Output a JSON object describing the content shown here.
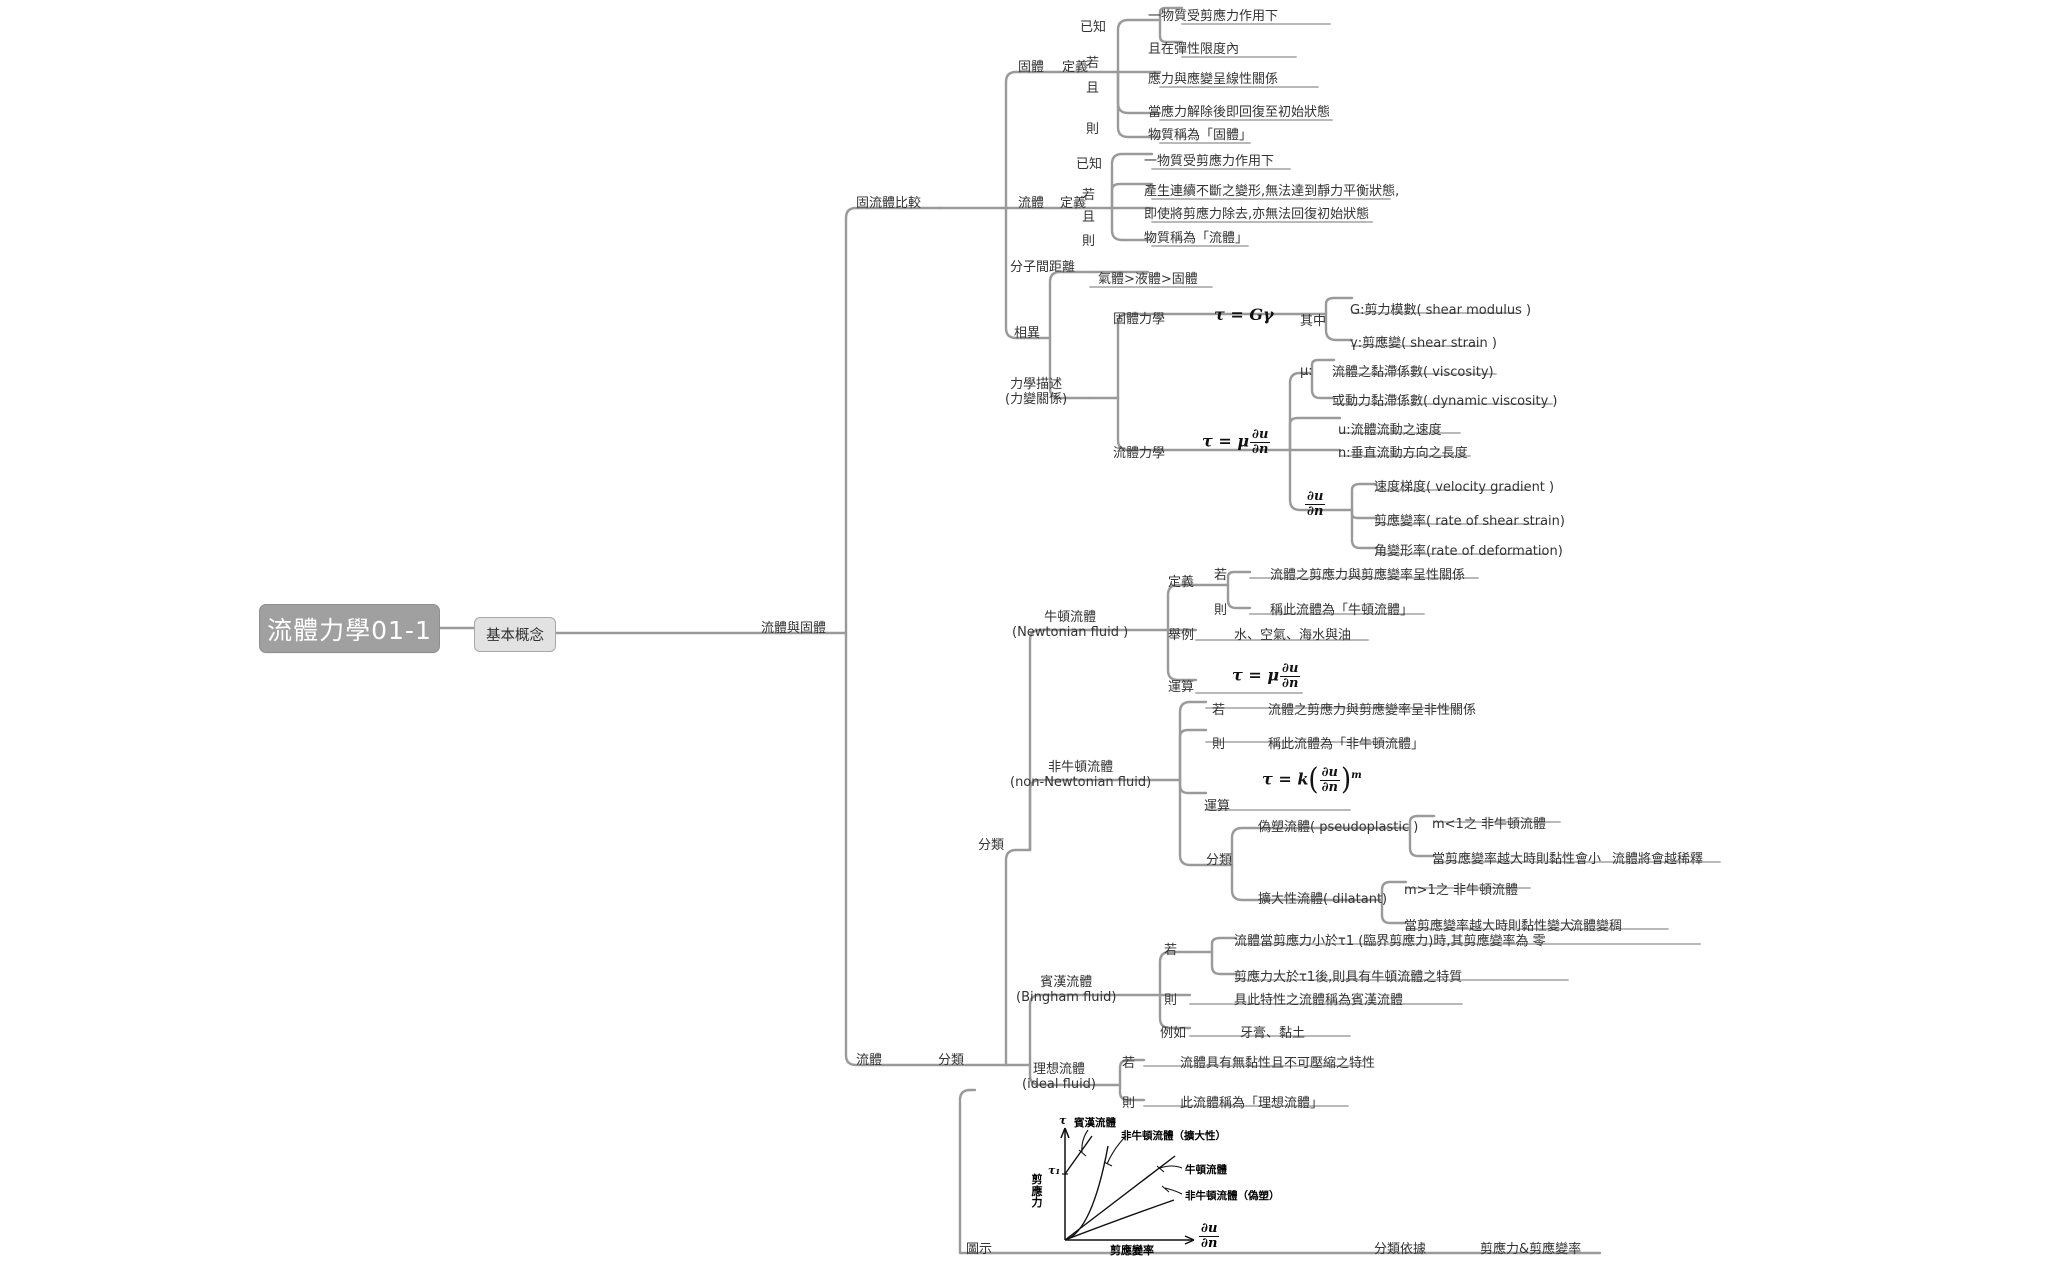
{
  "title": "流體力學01-1 心智圖",
  "root": {
    "label": "流體力學01-1"
  },
  "level1": {
    "label": "基本概念"
  },
  "branches": {
    "fluid_vs_solid": {
      "label": "流體與固體"
    },
    "compare": {
      "label": "固流體比較"
    },
    "classify_top": {
      "label": "分類"
    },
    "fluid_bottom": {
      "label": "流體"
    },
    "classify_bottom": {
      "label": "分類"
    },
    "diagram_label": {
      "label": "圖示"
    },
    "classify_basis_label": {
      "label": "分類依據"
    },
    "classify_basis_value": {
      "label": "剪應力&剪應變率"
    }
  },
  "solid": {
    "label": "固體",
    "definition_label": "定義",
    "known_label": "已知",
    "known_items": [
      "一物質受剪應力作用下",
      "且在彈性限度內"
    ],
    "if_label": "若",
    "if_text": "應力與應變呈線性關係",
    "and_label": "且",
    "and_text": "當應力解除後即回復至初始狀態",
    "then_label": "則",
    "then_text": "物質稱為「固體」"
  },
  "fluid": {
    "label": "流體",
    "definition_label": "定義",
    "known_label": "已知",
    "known_text": "一物質受剪應力作用下",
    "if_label": "若",
    "if_text": "產生連續不斷之變形,無法達到靜力平衡狀態,",
    "and_label": "且",
    "and_text": "即使將剪應力除去,亦無法回復初始狀態",
    "then_label": "則",
    "then_text": "物質稱為「流體」"
  },
  "difference": {
    "label": "相異",
    "molecular_label": "分子間距離",
    "molecular_value": "氣體>液體>固體",
    "mechanics_label": "力學描述\n(力變關係)",
    "solid_mech_label": "固體力學",
    "solid_mech_formula": "τ = Gγ",
    "where_label": "其中",
    "solid_terms": [
      "G:剪力模數( shear modulus )",
      "γ:剪應變( shear strain )"
    ],
    "fluid_mech_label": "流體力學",
    "fluid_mech_formula": "τ = μ ∂u/∂n",
    "mu_label": "μ:",
    "mu_terms": [
      "流體之黏滯係數( viscosity)",
      "或動力黏滯係數( dynamic viscosity )"
    ],
    "u_term": "u:流體流動之速度",
    "n_term": "n:垂直流動方向之長度",
    "gradient_symbol": "∂u/∂n",
    "gradient_terms": [
      "速度梯度( velocity gradient )",
      "剪應變率( rate of shear strain)",
      "角變形率(rate of deformation)"
    ]
  },
  "newtonian": {
    "label": "牛頓流體\n(Newtonian fluid )",
    "definition_label": "定義",
    "if_label": "若",
    "if_text": "流體之剪應力與剪應變率呈性關係",
    "then_label": "則",
    "then_text": "稱此流體為「牛頓流體」",
    "example_label": "舉例",
    "example_text": "水、空氣、海水與油",
    "operation_label": "運算",
    "operation_formula": "τ = μ ∂u/∂n"
  },
  "non_newtonian": {
    "label": "非牛頓流體\n(non-Newtonian fluid)",
    "if_label": "若",
    "if_text": "流體之剪應力與剪應變率呈非性關係",
    "then_label": "則",
    "then_text": "稱此流體為「非牛頓流體」",
    "operation_label": "運算",
    "operation_formula": "τ = k (∂u/∂n)^m",
    "classify_label": "分類",
    "types": [
      {
        "name": "偽塑流體( pseudoplastic )",
        "condition": "m<1之 非牛頓流體",
        "behaviour": "當剪應變率越大時則黏性會小",
        "result": "流體將會越稀釋"
      },
      {
        "name": "擴大性流體( dilatant)",
        "condition": "m>1之 非牛頓流體",
        "behaviour": "當剪應變率越大時則黏性變大",
        "result": "流體變稠"
      }
    ]
  },
  "bingham": {
    "label": "賓漢流體\n(Bingham fluid)",
    "if_label": "若",
    "if_items": [
      "流體當剪應力小於τ1 (臨界剪應力)時,其剪應變率為 零",
      "剪應力大於τ1後,則具有牛頓流體之特質"
    ],
    "then_label": "則",
    "then_text": "具此特性之流體稱為賓漢流體",
    "example_label": "例如",
    "example_text": "牙膏、黏土"
  },
  "ideal": {
    "label": "理想流體\n(ideal fluid)",
    "if_label": "若",
    "if_text": "流體具有無黏性且不可壓縮之特性",
    "then_label": "則",
    "then_text": "此流體稱為「理想流體」"
  },
  "chart_data": {
    "type": "line",
    "title": "",
    "xlabel": "剪應變率",
    "ylabel": "剪應力",
    "x_axis_symbol": "∂u/∂n",
    "y_axis_symbol": "τ",
    "y_intercept_label": "τ₁",
    "series": [
      {
        "name": "賓漢流體",
        "shape": "line-with-yield-stress"
      },
      {
        "name": "非牛頓流體（擴大性）",
        "shape": "convex-upward"
      },
      {
        "name": "牛頓流體",
        "shape": "straight-through-origin"
      },
      {
        "name": "非牛頓流體（偽塑）",
        "shape": "concave-downward"
      }
    ],
    "grid": false,
    "legend": "inline-annotations"
  },
  "colors": {
    "root_fill": "#a0a0a0",
    "root_text": "#ffffff",
    "level1_fill": "#e2e2e2",
    "wire": "#9a9a9a",
    "underline": "#b3b3b3",
    "text": "#333333"
  }
}
